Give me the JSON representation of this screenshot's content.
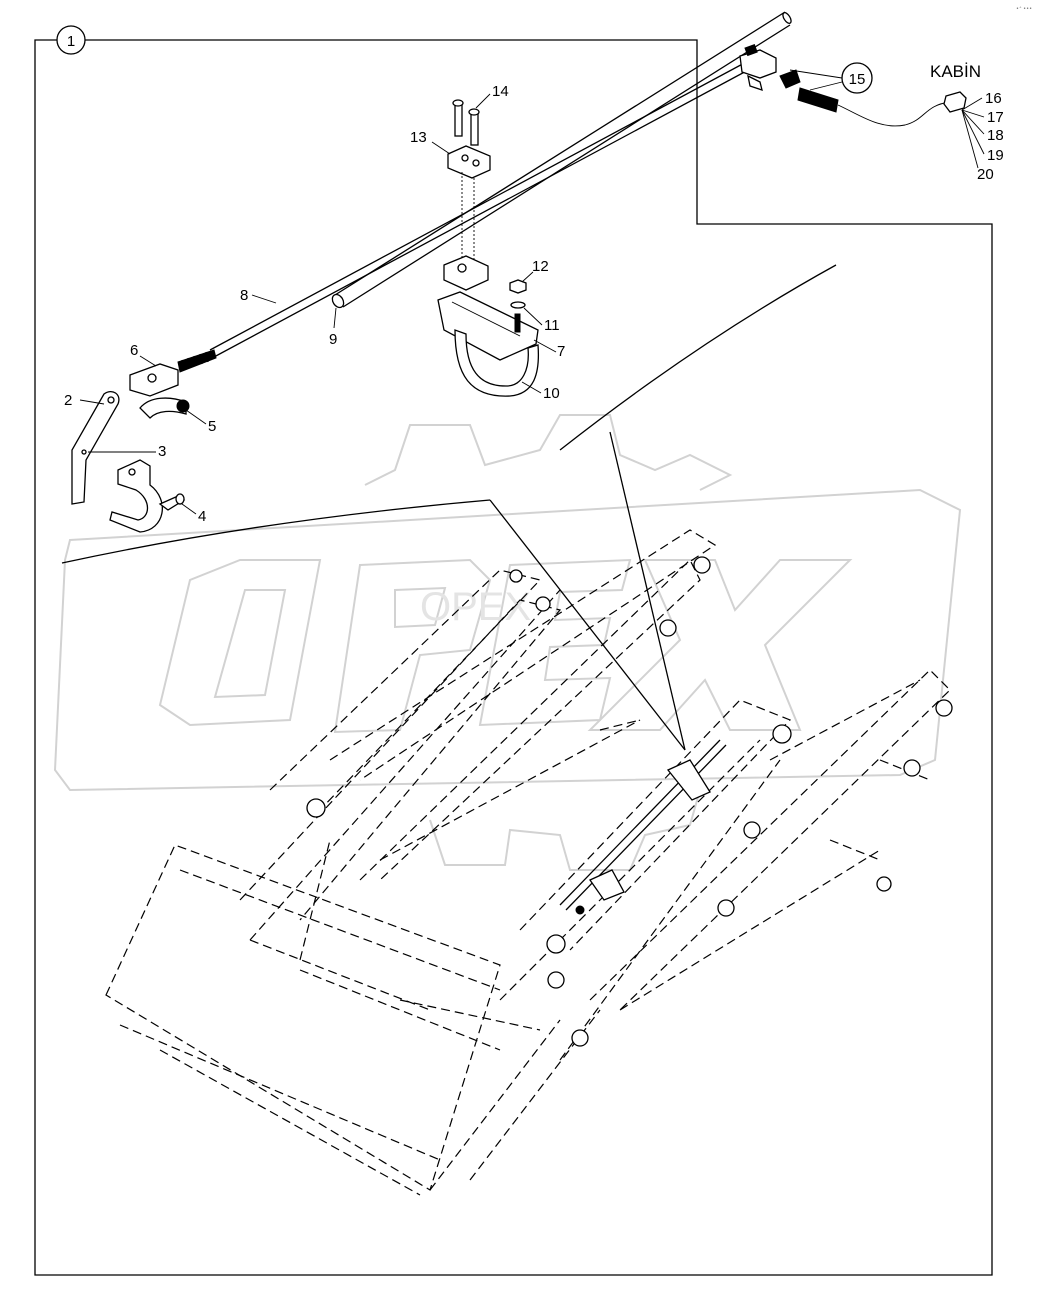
{
  "corner_mark": "•⁺ •••",
  "watermark": {
    "text": "OPEX"
  },
  "cab_label": "KABİN",
  "callouts": {
    "c1": "1",
    "c2": "2",
    "c3": "3",
    "c4": "4",
    "c5": "5",
    "c6": "6",
    "c7": "7",
    "c8": "8",
    "c9": "9",
    "c10": "10",
    "c11": "11",
    "c12": "12",
    "c13": "13",
    "c14": "14",
    "c15": "15",
    "c16": "16",
    "c17": "17",
    "c18": "18",
    "c19": "19",
    "c20": "20"
  }
}
